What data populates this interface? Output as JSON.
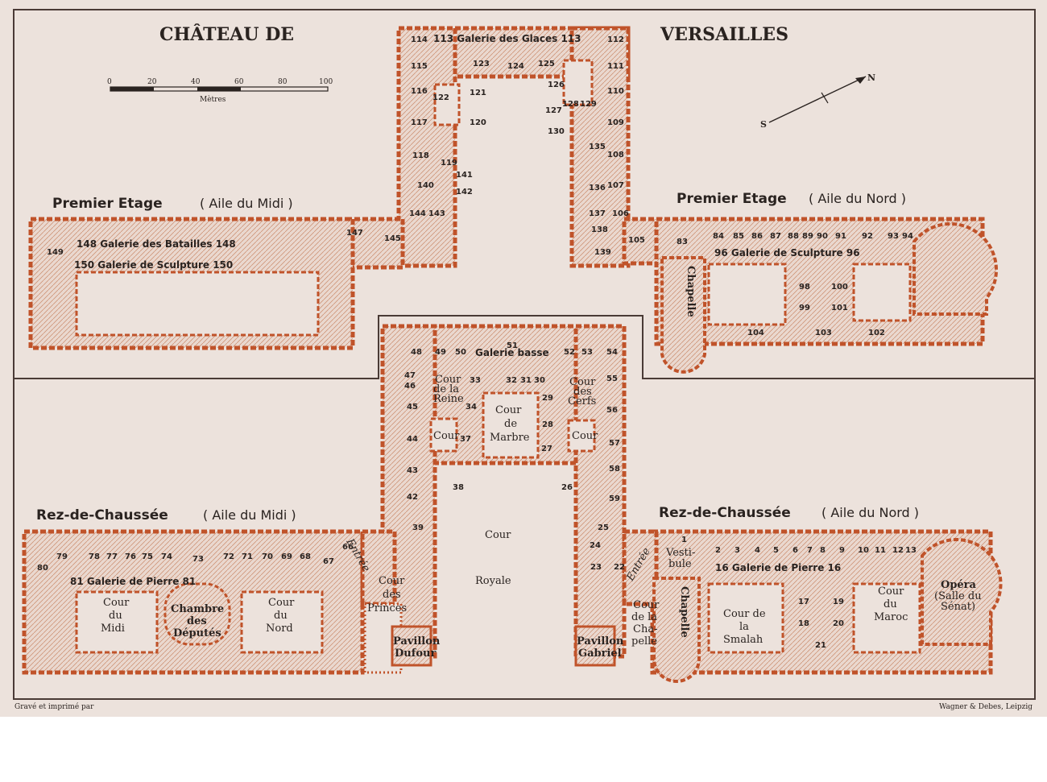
{
  "map": {
    "title_left": "CHÂTEAU DE",
    "title_right": "VERSAILLES",
    "scale_ticks": [
      "0",
      "20",
      "40",
      "60",
      "80",
      "100"
    ],
    "scale_unit": "Mètres",
    "compass_n": "N",
    "compass_s": "S",
    "headings": {
      "pe_midi_a": "Premier Etage",
      "pe_midi_b": "( Aile du Midi )",
      "pe_nord_a": "Premier Etage",
      "pe_nord_b": "( Aile du Nord )",
      "rc_midi_a": "Rez-de-Chaussée",
      "rc_midi_b": "( Aile du Midi )",
      "rc_nord_a": "Rez-de-Chaussée",
      "rc_nord_b": "( Aile du Nord )"
    },
    "galleries": {
      "glaces": "113 Galerie des Glaces 113",
      "batailles": "148 Galerie des Batailles 148",
      "sculpture_midi": "150 Galerie de Sculpture 150",
      "sculpture_nord": "96 Galerie de Sculpture 96",
      "basse": "Galerie basse",
      "pierre_midi": "81 Galerie de Pierre 81",
      "pierre_nord": "16 Galerie de Pierre 16"
    },
    "courts": {
      "cour_reine_1": "Cour",
      "cour_reine_2": "de la",
      "cour_reine_3": "Reine",
      "cour_cerfs_1": "Cour",
      "cour_cerfs_2": "des",
      "cour_cerfs_3": "Cerfs",
      "cour_marbre_1": "Cour",
      "cour_marbre_2": "de",
      "cour_marbre_3": "Marbre",
      "cour_small_l": "Cour",
      "cour_small_r": "Cour",
      "cour_royale_1": "Cour",
      "cour_royale_2": "Royale",
      "princes_1": "Cour",
      "princes_2": "des",
      "princes_3": "Princes",
      "midi_1": "Cour",
      "midi_2": "du",
      "midi_3": "Midi",
      "deputes_1": "Chambre",
      "deputes_2": "des",
      "deputes_3": "Députés",
      "nord_1": "Cour",
      "nord_2": "du",
      "nord_3": "Nord",
      "dufour_1": "Pavillon",
      "dufour_2": "Dufour",
      "gabriel_1": "Pavillon",
      "gabriel_2": "Gabriel",
      "chapelle_1": "Chapelle",
      "chapelle_2": "Chapelle",
      "chap_cour_1": "Cour",
      "chap_cour_2": "de la",
      "chap_cour_3": "Cha-",
      "chap_cour_4": "pelle",
      "smalah_1": "Cour de",
      "smalah_2": "la",
      "smalah_3": "Smalah",
      "maroc_1": "Cour",
      "maroc_2": "du",
      "maroc_3": "Maroc",
      "opera_1": "Opéra",
      "opera_2": "(Salle du",
      "opera_3": "Sénat)",
      "vestibule_1": "Vesti-",
      "vestibule_2": "bule",
      "entree_1": "Entrée",
      "entree_2": "Entrée"
    },
    "rooms": {
      "upper_left_col": [
        "114",
        "115",
        "116",
        "117",
        "118",
        "140",
        "144",
        "143"
      ],
      "upper_right_col": [
        "112",
        "111",
        "110",
        "109",
        "108",
        "107",
        "106",
        "139"
      ],
      "upper_misc": [
        "123",
        "124",
        "125",
        "121",
        "122",
        "120",
        "126",
        "127",
        "128",
        "129",
        "130",
        "135",
        "136",
        "137",
        "138",
        "119",
        "141",
        "142",
        "145",
        "147",
        "149",
        "105",
        "83"
      ],
      "north_row": [
        "84",
        "85",
        "86",
        "87",
        "88",
        "89",
        "90",
        "91",
        "92",
        "93",
        "94"
      ],
      "north_lower": [
        "98",
        "100",
        "99",
        "101",
        "104",
        "103",
        "102"
      ],
      "center_top": [
        "48",
        "49",
        "50",
        "51",
        "52",
        "53",
        "54"
      ],
      "center_left": [
        "47",
        "46",
        "45",
        "44",
        "43",
        "42",
        "39",
        "33",
        "34",
        "37",
        "38",
        "32"
      ],
      "center_right": [
        "55",
        "56",
        "57",
        "58",
        "59",
        "31",
        "30",
        "29",
        "28",
        "27",
        "26",
        "25",
        "24",
        "23",
        "22"
      ],
      "south_row": [
        "80",
        "79",
        "78",
        "77",
        "76",
        "75",
        "74",
        "73",
        "72",
        "71",
        "70",
        "69",
        "68",
        "67",
        "66"
      ],
      "north_ground_row": [
        "1",
        "2",
        "3",
        "4",
        "5",
        "6",
        "7",
        "8",
        "9",
        "10",
        "11",
        "12",
        "13"
      ],
      "north_ground_misc": [
        "17",
        "18",
        "19",
        "20",
        "21"
      ]
    },
    "credit_left": "Gravé et imprimé par",
    "credit_right": "Wagner & Debes, Leipzig"
  }
}
